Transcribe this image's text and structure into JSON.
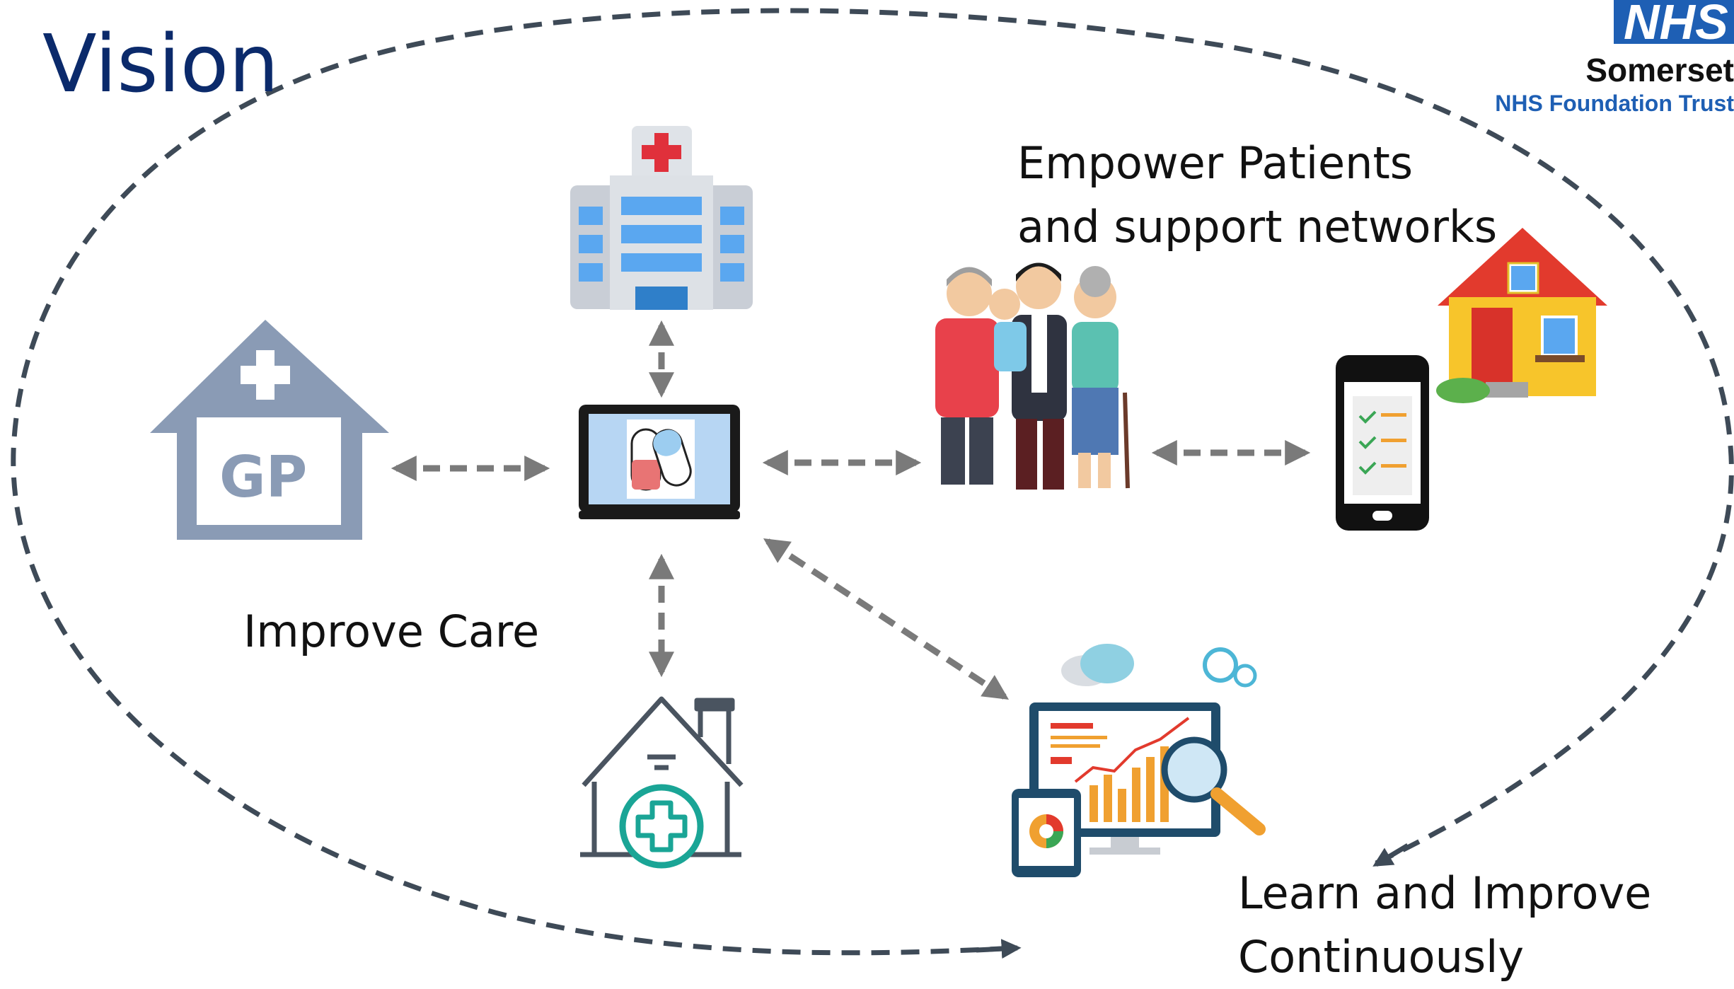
{
  "title": "Vision",
  "logo": {
    "mark": "NHS",
    "organisation": "Somerset",
    "subtitle": "NHS Foundation Trust"
  },
  "labels": {
    "empower_line1": "Empower Patients",
    "empower_line2": "and support networks",
    "improve_care": "Improve Care",
    "learn_line1": "Learn and Improve",
    "learn_line2": "Continuously"
  },
  "icons": {
    "gp": {
      "name": "gp-surgery-icon",
      "text": "GP"
    },
    "hospital": {
      "name": "hospital-icon"
    },
    "laptop": {
      "name": "laptop-pills-icon"
    },
    "family": {
      "name": "family-icon"
    },
    "phone": {
      "name": "smartphone-checklist-icon"
    },
    "house": {
      "name": "house-icon"
    },
    "care_home": {
      "name": "care-home-icon"
    },
    "analytics": {
      "name": "analytics-dashboard-icon"
    }
  },
  "colors": {
    "title": "#0b2a6b",
    "nhs_blue": "#1e5fb4",
    "arrow_grey": "#7a7a7a",
    "dashed_ellipse": "#3e4a57",
    "gp_blue_grey": "#8a9bb5",
    "care_home_teal": "#1aa596"
  }
}
